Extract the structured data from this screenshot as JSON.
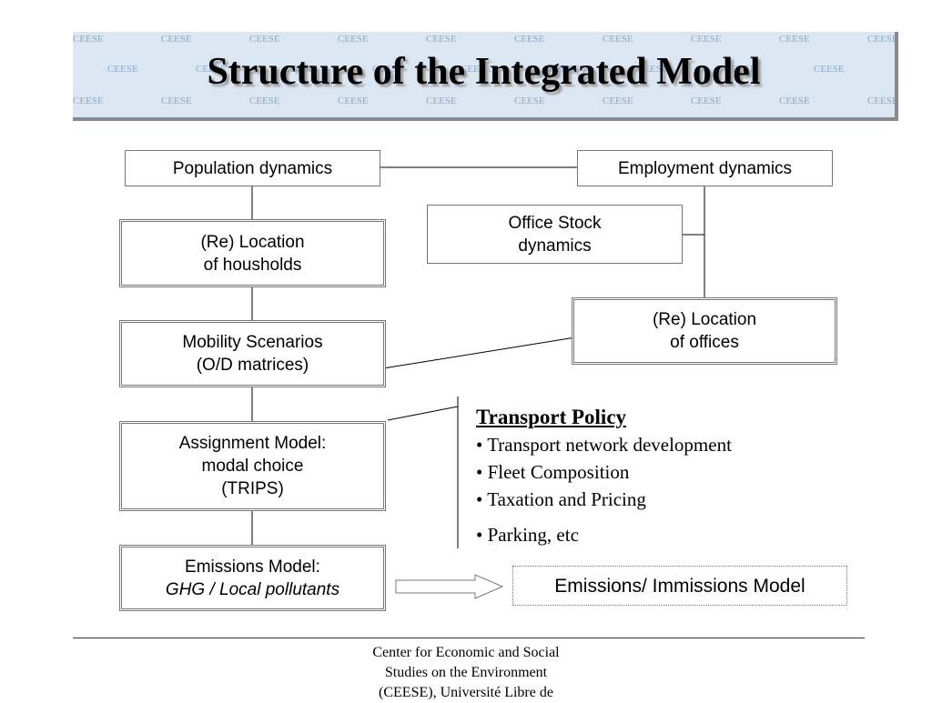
{
  "title": "Structure of the Integrated Model",
  "watermark": "CEESE",
  "boxes": {
    "population": "Population dynamics",
    "employment": "Employment dynamics",
    "office_stock": [
      "Office Stock",
      "dynamics"
    ],
    "reloc_households": [
      "(Re) Location",
      "of housholds"
    ],
    "reloc_offices": [
      "(Re) Location",
      "of offices"
    ],
    "mobility": [
      "Mobility Scenarios",
      "(O/D matrices)"
    ],
    "assignment": [
      "Assignment Model:",
      "modal choice",
      "(TRIPS)"
    ],
    "emissions": [
      "Emissions Model:",
      "GHG / Local pollutants"
    ],
    "immissions": "Emissions/ Immissions Model"
  },
  "policy": {
    "heading": "Transport Policy",
    "items": [
      "• Transport network development",
      "• Fleet Composition",
      "• Taxation and Pricing",
      "• Parking,  etc"
    ]
  },
  "footer": [
    "Center for Economic and Social",
    "Studies on the Environment",
    "(CEESE), Université Libre de"
  ]
}
